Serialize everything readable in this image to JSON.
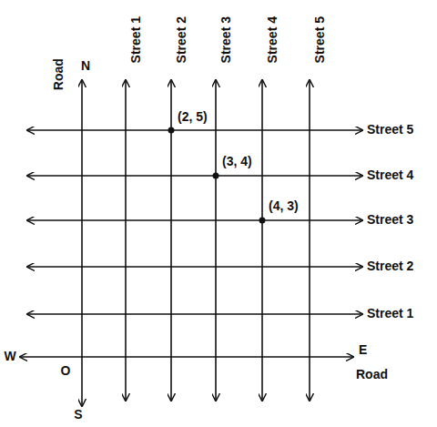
{
  "diagram": {
    "labels": [
      "Road",
      "N",
      "Street 1",
      "Street 2",
      "Street 3",
      "Street 4",
      "Street 5",
      "(2, 5)",
      "Street 5",
      "(3, 4)",
      "Street 4",
      "(4, 3)",
      "Street 3",
      "Street 2",
      "Street 1",
      "W",
      "E",
      "O",
      "Road",
      "S"
    ]
  }
}
